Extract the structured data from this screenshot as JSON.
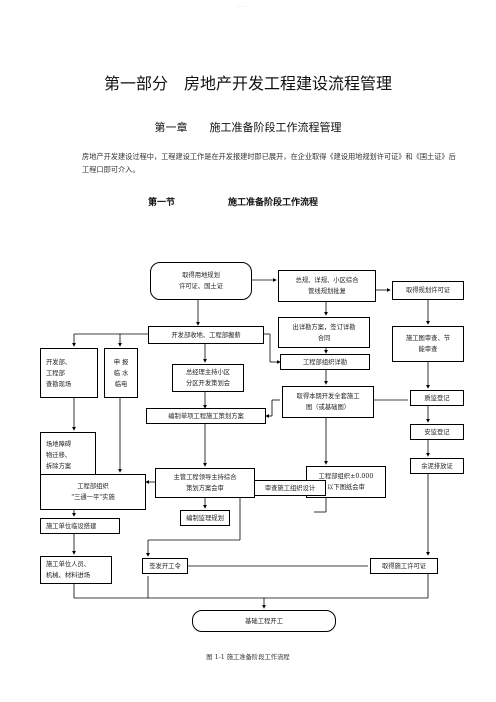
{
  "header_mark": "-----",
  "title": "第一部分　房地产开发工程建设流程管理",
  "chapter": "第一章　　施工准备阶段工作流程管理",
  "intro": "房地产开发建设过程中，工程建设工作是在开发报建时即已展开，在企业取得《建设用地规划许可证》和《国土证》后工程口即可介入。",
  "section_num": "第一节",
  "section_title": "施工准备阶段工作流程",
  "flow": {
    "start": "取得用地规划\n许可证、国土证",
    "overall": "总规、详规、小区综合\n管线规划批复",
    "plan_permit": "取得规划许可证",
    "detail_plan": "出详勘方案，签订详勘\n合同",
    "dev_coord": "开发部收地、工程部搬薪",
    "drawing_review": "施工图审查、节\n能审查",
    "dev_survey": "开发部、\n工程部\n查勘现场",
    "apply_power": "申 报\n临 水\n临电",
    "gm_plan": "总经理主持小区\n分区开发策划会",
    "eng_detail": "工程部组织详勘",
    "site_clear": "场地障碍\n物迁移、\n拆除方案",
    "single_plan": "编制单项工程施工策划方案",
    "full_drawings": "取得本期开发全套施工\n图（或基础图）",
    "quality_reg": "质监登记",
    "safety_reg": "安监登记",
    "lead_meeting": "主管工程领导主持综合\n策划方案会审",
    "pre_meeting": "工程部组织±0.000\n以下图纸会审",
    "concrete": "余泥排放证",
    "three_one": "工程部组织\n\"三通一平\"实施",
    "org_design": "审查施工组织设计",
    "supervision": "编制监理规划",
    "temp_build": "施工单位临设搭建",
    "mobilize": "施工单位人员、\n机械、材料进场",
    "start_order": "签发开工令",
    "construct_permit": "取得施工许可证",
    "foundation": "基础工程开工"
  },
  "caption": "图 1-1 施工准备阶段工作流程"
}
